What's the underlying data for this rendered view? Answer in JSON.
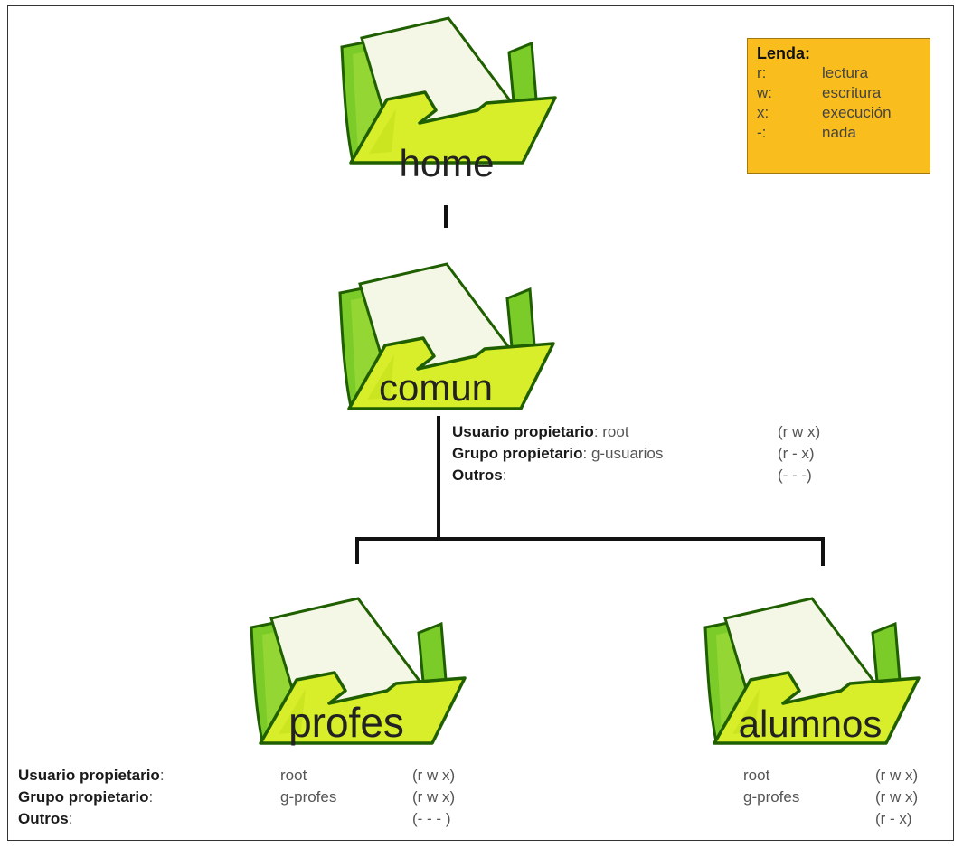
{
  "legend": {
    "title": "Lenda:",
    "items": [
      {
        "key": "r:",
        "value": "lectura"
      },
      {
        "key": "w:",
        "value": "escritura"
      },
      {
        "key": "x:",
        "value": "execución"
      },
      {
        "key": "-:",
        "value": "nada"
      }
    ]
  },
  "folders": {
    "home": "home",
    "comun": "comun",
    "profes": "profes",
    "alumnos": "alumnos"
  },
  "comun_perms": {
    "owner_label": "Usuario propietario",
    "owner_value": ": root",
    "owner_perm": "(r w x)",
    "group_label": "Grupo propietario",
    "group_value": ": g-usuarios",
    "group_perm": "(r - x)",
    "others_label": "Outros",
    "others_value": ":",
    "others_perm": "(- - -)"
  },
  "profes_perms": {
    "owner_label": "Usuario propietario",
    "owner_colon": ":",
    "owner_value": "root",
    "owner_perm": "(r w x)",
    "group_label": "Grupo propietario",
    "group_colon": ":",
    "group_value": "g-profes",
    "group_perm": "(r w x)",
    "others_label": "Outros",
    "others_colon": ":",
    "others_perm": "(- - - )"
  },
  "alumnos_perms": {
    "owner_value": "root",
    "owner_perm": "(r w x)",
    "group_value": "g-profes",
    "group_perm": "(r w x)",
    "others_perm": "(r - x)"
  },
  "colors": {
    "folder_back": "#7ccc29",
    "folder_front": "#d8ee2a",
    "folder_stroke": "#1f5f00",
    "paper": "#f4f6e6",
    "legend_bg": "#f9bd1d"
  }
}
